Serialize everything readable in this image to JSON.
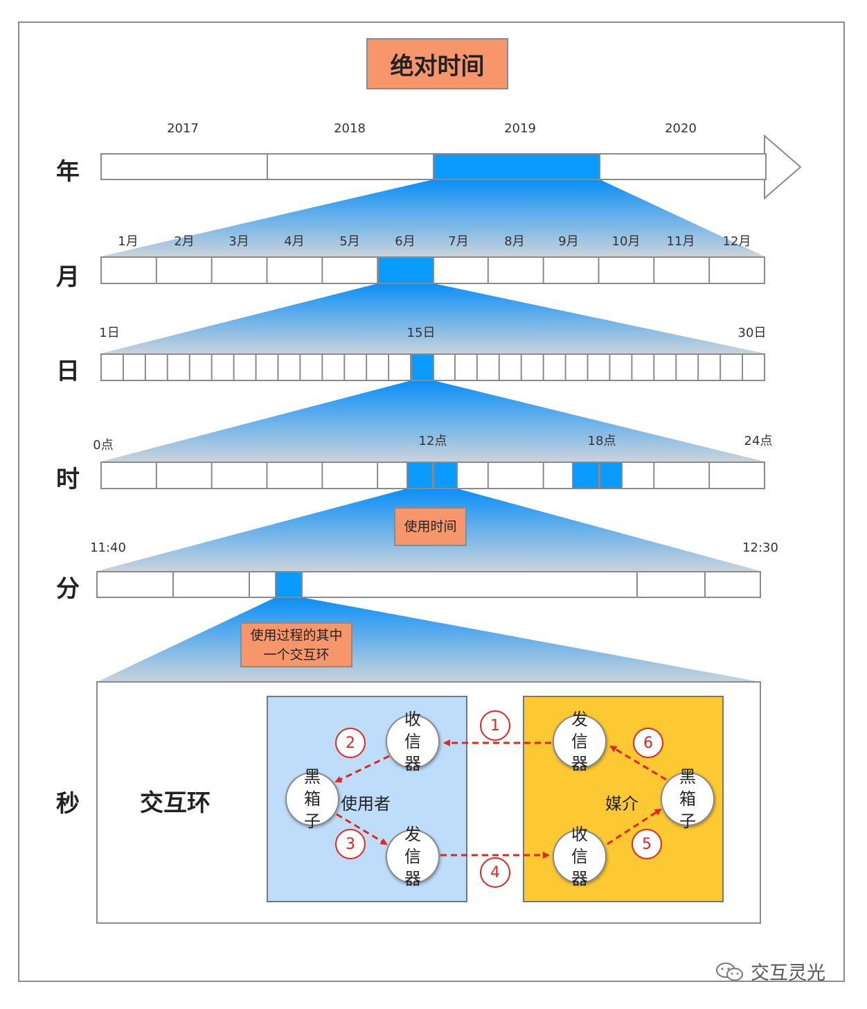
{
  "title": "绝对时间",
  "levels": {
    "year": "年",
    "month": "月",
    "day": "日",
    "hour": "时",
    "minute": "分",
    "second": "秒"
  },
  "year_labels": [
    "2017",
    "2018",
    "2019",
    "2020"
  ],
  "month_labels": [
    "1月",
    "2月",
    "3月",
    "4月",
    "5月",
    "6月",
    "7月",
    "8月",
    "9月",
    "10月",
    "11月",
    "12月"
  ],
  "day_labels": {
    "start": "1日",
    "mid": "15日",
    "end": "30日"
  },
  "hour_labels": {
    "start": "0点",
    "noon": "12点",
    "evening": "18点",
    "end": "24点"
  },
  "minute_labels": {
    "start": "11:40",
    "end": "12:30"
  },
  "callouts": {
    "usage_time": "使用时间",
    "interaction_line1": "使用过程的其中",
    "interaction_line2": "一个交互环"
  },
  "interaction_loop": {
    "title": "交互环",
    "user_panel": {
      "label": "使用者",
      "receiver": [
        "收信",
        "器"
      ],
      "blackbox": [
        "黑箱",
        "子"
      ],
      "sender": [
        "发信",
        "器"
      ]
    },
    "medium_panel": {
      "label": "媒介",
      "sender": [
        "发信",
        "器"
      ],
      "blackbox": [
        "黑箱",
        "子"
      ],
      "receiver": [
        "收信",
        "器"
      ]
    },
    "steps": [
      "1",
      "2",
      "3",
      "4",
      "5",
      "6"
    ]
  },
  "colors": {
    "highlight": "#0a9bff",
    "callout": "#f7966b",
    "user_panel": "#bdddfb",
    "medium_panel": "#fcc933",
    "arrow": "#e8231b"
  },
  "watermark": "交互灵光"
}
